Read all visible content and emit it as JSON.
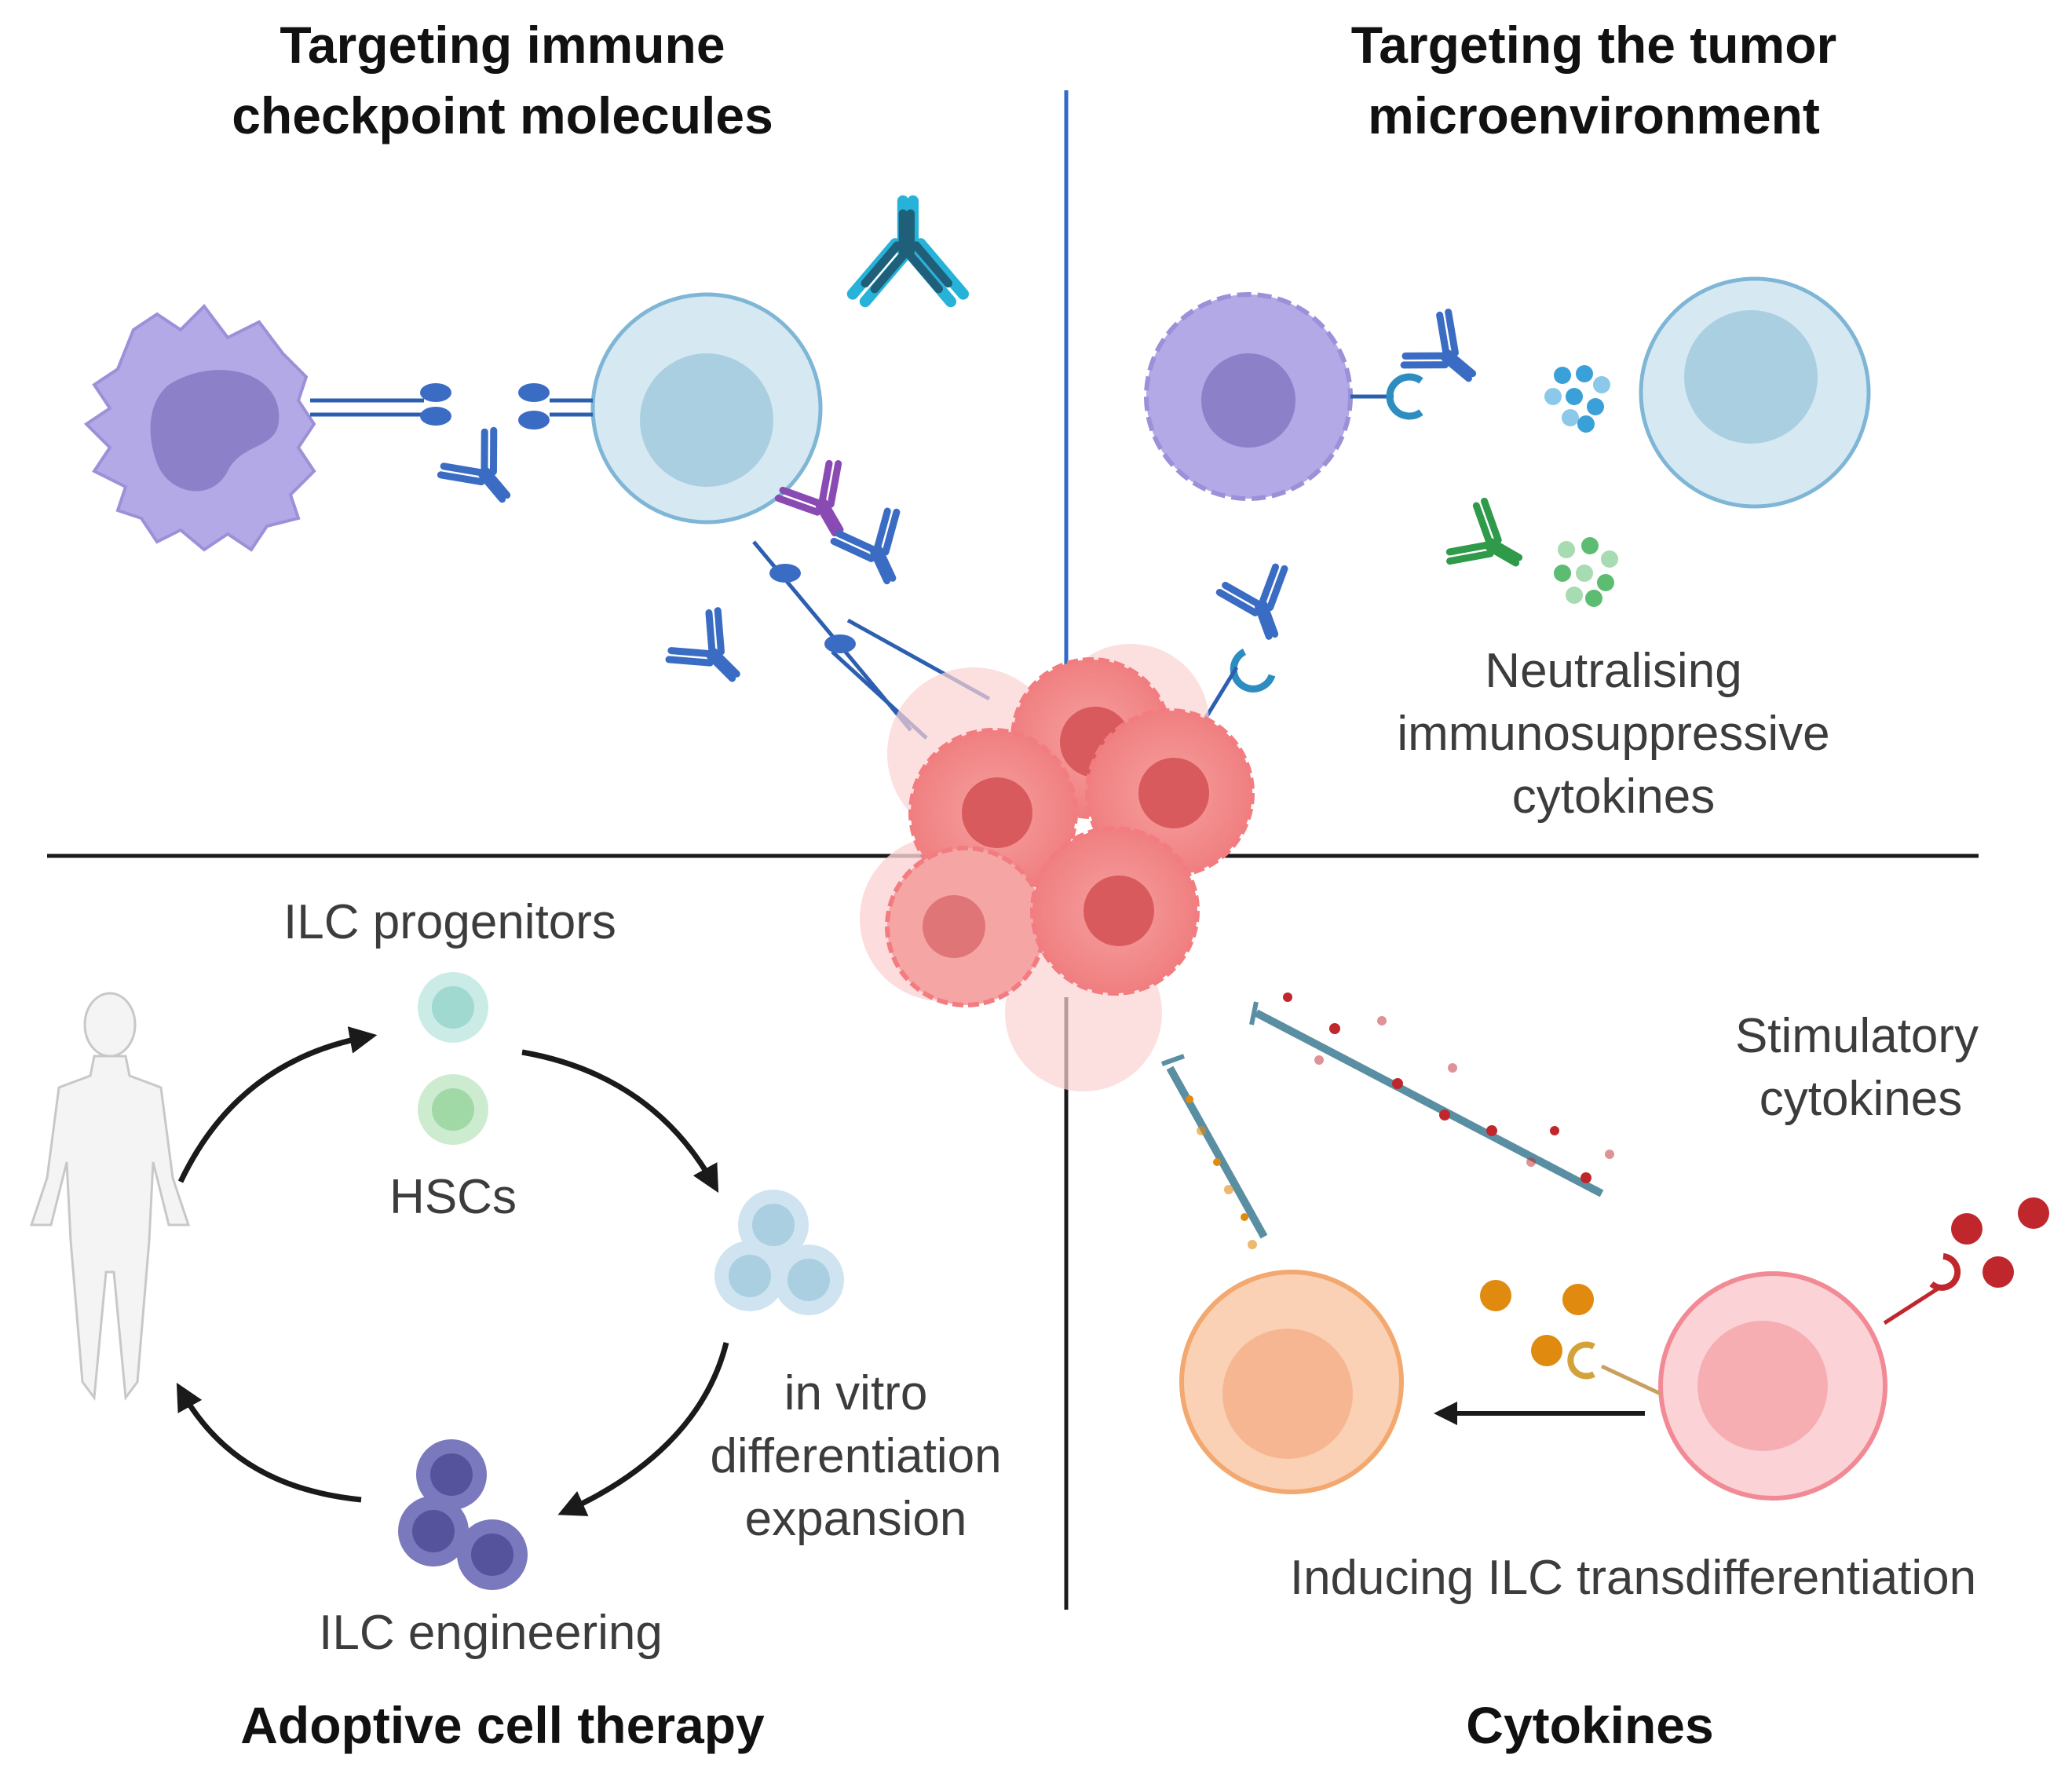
{
  "panels": {
    "top_left": {
      "title_line1": "Targeting immune",
      "title_line2": "checkpoint molecules"
    },
    "top_right": {
      "title_line1": "Targeting the tumor",
      "title_line2": "microenvironment",
      "caption_line1": "Neutralising",
      "caption_line2": "immunosuppressive",
      "caption_line3": "cytokines"
    },
    "bottom_left": {
      "title": "Adoptive cell therapy",
      "progenitors_label": "ILC progenitors",
      "hscs_label": "HSCs",
      "expansion_line1": "in vitro",
      "expansion_line2": "differentiation",
      "expansion_line3": "expansion",
      "engineering_label": "ILC engineering"
    },
    "bottom_right": {
      "title": "Cytokines",
      "stimulatory_line1": "Stimulatory",
      "stimulatory_line2": "cytokines",
      "transdiff_label": "Inducing ILC transdifferentiation"
    }
  },
  "colors": {
    "macrophage": "#b3a9e6",
    "t_cell": "#d6e9f2",
    "antibody_blue": "#3b6cc4",
    "antibody_teal": "#27b3d9",
    "antibody_green": "#2e9a4a",
    "antibody_purple": "#8a4ab3",
    "tumor": "#f28b8b",
    "ilc_orange": "#fad1b4",
    "ilc_pink": "#fbd3d6",
    "stimulatory_dot": "#c0272d",
    "orange_dot": "#e08a10",
    "divider": "#1a1a1a",
    "divider_blue": "#2d6ac9"
  },
  "icons": [
    "macrophage-icon",
    "t-cell-icon",
    "antibody-icon",
    "tumor-cluster-icon",
    "human-silhouette-icon",
    "cycle-arrow-icon",
    "syringe-icon",
    "cytokine-dot-icon"
  ]
}
